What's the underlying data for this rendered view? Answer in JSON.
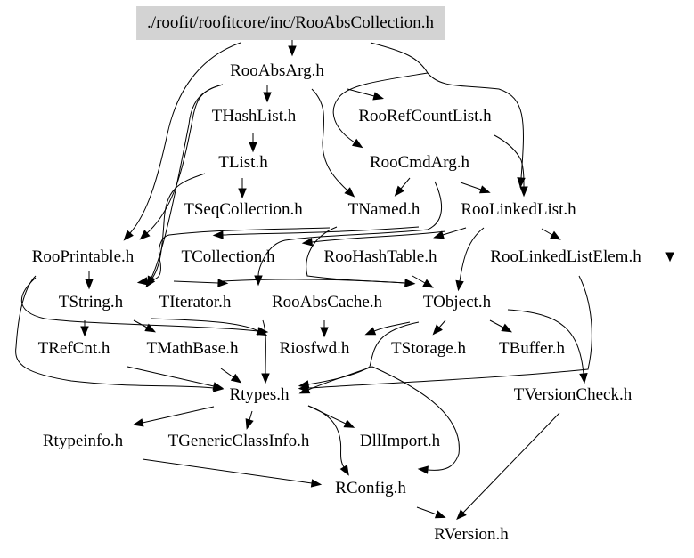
{
  "graph": {
    "title": "./roofit/roofitcore/inc/RooAbsCollection.h",
    "root_fill": "#d3d3d3",
    "nodes": [
      {
        "id": "RooAbsCollection",
        "label": "./roofit/roofitcore/inc/RooAbsCollection.h",
        "root": true
      },
      {
        "id": "RooAbsArg",
        "label": "RooAbsArg.h"
      },
      {
        "id": "THashList",
        "label": "THashList.h"
      },
      {
        "id": "RooRefCountList",
        "label": "RooRefCountList.h"
      },
      {
        "id": "TList",
        "label": "TList.h"
      },
      {
        "id": "RooCmdArg",
        "label": "RooCmdArg.h"
      },
      {
        "id": "TSeqCollection",
        "label": "TSeqCollection.h"
      },
      {
        "id": "TNamed",
        "label": "TNamed.h"
      },
      {
        "id": "RooLinkedList",
        "label": "RooLinkedList.h"
      },
      {
        "id": "RooPrintable",
        "label": "RooPrintable.h"
      },
      {
        "id": "TCollection",
        "label": "TCollection.h"
      },
      {
        "id": "RooHashTable",
        "label": "RooHashTable.h"
      },
      {
        "id": "RooLinkedListElem",
        "label": "RooLinkedListElem.h"
      },
      {
        "id": "TString",
        "label": "TString.h"
      },
      {
        "id": "TIterator",
        "label": "TIterator.h"
      },
      {
        "id": "RooAbsCache",
        "label": "RooAbsCache.h"
      },
      {
        "id": "TObject",
        "label": "TObject.h"
      },
      {
        "id": "TRefCnt",
        "label": "TRefCnt.h"
      },
      {
        "id": "TMathBase",
        "label": "TMathBase.h"
      },
      {
        "id": "Riosfwd",
        "label": "Riosfwd.h"
      },
      {
        "id": "TStorage",
        "label": "TStorage.h"
      },
      {
        "id": "TBuffer",
        "label": "TBuffer.h"
      },
      {
        "id": "Rtypes",
        "label": "Rtypes.h"
      },
      {
        "id": "TVersionCheck",
        "label": "TVersionCheck.h"
      },
      {
        "id": "Rtypeinfo",
        "label": "Rtypeinfo.h"
      },
      {
        "id": "TGenericClassInfo",
        "label": "TGenericClassInfo.h"
      },
      {
        "id": "DllImport",
        "label": "DllImport.h"
      },
      {
        "id": "RConfig",
        "label": "RConfig.h"
      },
      {
        "id": "RVersion",
        "label": "RVersion.h"
      }
    ],
    "edges": [
      {
        "from": "RooAbsCollection",
        "to": "RooAbsArg"
      },
      {
        "from": "RooAbsCollection",
        "to": "RooPrintable"
      },
      {
        "from": "RooAbsCollection",
        "to": "RooLinkedList"
      },
      {
        "from": "RooAbsArg",
        "to": "THashList"
      },
      {
        "from": "RooAbsArg",
        "to": "RooRefCountList"
      },
      {
        "from": "RooAbsArg",
        "to": "RooCmdArg"
      },
      {
        "from": "RooAbsArg",
        "to": "TNamed"
      },
      {
        "from": "RooAbsArg",
        "to": "RooPrintable"
      },
      {
        "from": "RooAbsArg",
        "to": "TString"
      },
      {
        "from": "THashList",
        "to": "TList"
      },
      {
        "from": "TList",
        "to": "TSeqCollection"
      },
      {
        "from": "TList",
        "to": "TString"
      },
      {
        "from": "TSeqCollection",
        "to": "TCollection"
      },
      {
        "from": "RooRefCountList",
        "to": "RooLinkedList"
      },
      {
        "from": "RooCmdArg",
        "to": "TNamed"
      },
      {
        "from": "RooCmdArg",
        "to": "RooLinkedList"
      },
      {
        "from": "RooCmdArg",
        "to": "TString"
      },
      {
        "from": "TNamed",
        "to": "TString"
      },
      {
        "from": "TNamed",
        "to": "TObject"
      },
      {
        "from": "RooLinkedList",
        "to": "RooHashTable"
      },
      {
        "from": "RooLinkedList",
        "to": "RooLinkedListElem"
      },
      {
        "from": "RooLinkedList",
        "to": "TObject"
      },
      {
        "from": "RooLinkedList",
        "to": "RooAbsCache"
      },
      {
        "from": "RooHashTable",
        "to": "TObject"
      },
      {
        "from": "RooPrintable",
        "to": "TString"
      },
      {
        "from": "RooPrintable",
        "to": "Riosfwd"
      },
      {
        "from": "RooPrintable",
        "to": "Rtypes"
      },
      {
        "from": "TCollection",
        "to": "TIterator"
      },
      {
        "from": "TCollection",
        "to": "TObject"
      },
      {
        "from": "RooLinkedListElem",
        "to": "Rtypes"
      },
      {
        "from": "TString",
        "to": "TRefCnt"
      },
      {
        "from": "TString",
        "to": "TMathBase"
      },
      {
        "from": "TString",
        "to": "Riosfwd"
      },
      {
        "from": "RooAbsCache",
        "to": "Riosfwd"
      },
      {
        "from": "TObject",
        "to": "TStorage"
      },
      {
        "from": "TObject",
        "to": "TBuffer"
      },
      {
        "from": "TObject",
        "to": "Riosfwd"
      },
      {
        "from": "TObject",
        "to": "TVersionCheck"
      },
      {
        "from": "TObject",
        "to": "Rtypes"
      },
      {
        "from": "TRefCnt",
        "to": "Rtypes"
      },
      {
        "from": "TMathBase",
        "to": "Rtypes"
      },
      {
        "from": "Riosfwd",
        "to": "Rtypes"
      },
      {
        "from": "TStorage",
        "to": "Rtypes"
      },
      {
        "from": "TStorage",
        "to": "RConfig"
      },
      {
        "from": "Rtypes",
        "to": "Rtypeinfo"
      },
      {
        "from": "Rtypes",
        "to": "TGenericClassInfo"
      },
      {
        "from": "Rtypes",
        "to": "DllImport"
      },
      {
        "from": "Rtypes",
        "to": "RConfig"
      },
      {
        "from": "Rtypeinfo",
        "to": "RConfig"
      },
      {
        "from": "TVersionCheck",
        "to": "RVersion"
      },
      {
        "from": "RConfig",
        "to": "RVersion"
      }
    ]
  }
}
